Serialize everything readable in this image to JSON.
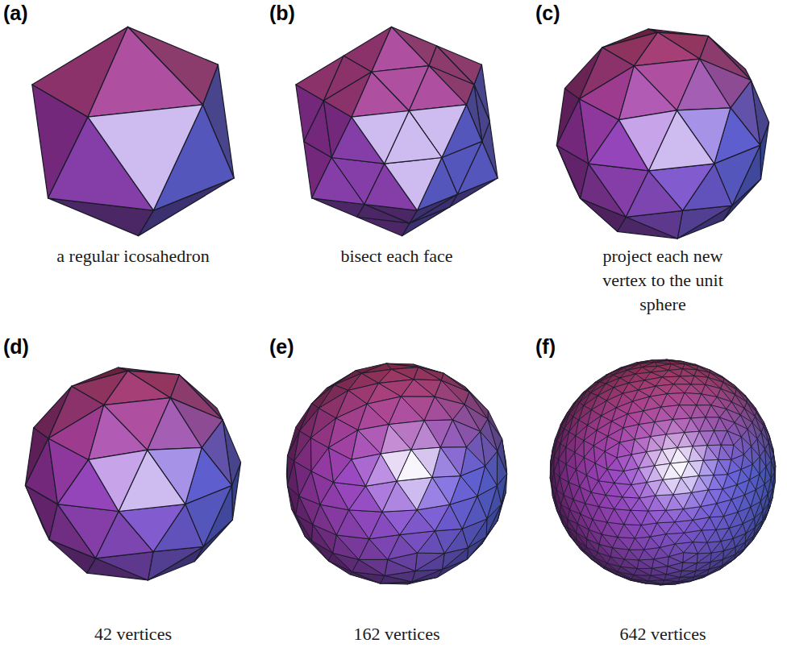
{
  "diagram": {
    "labels": [
      "(a)",
      "(b)",
      "(c)",
      "a regular icosahedron",
      "bisect each face",
      "project each new vertex to the unit sphere",
      "(d)",
      "(e)",
      "(f)",
      "42 vertices",
      "162 vertices",
      "642 vertices"
    ]
  }
}
